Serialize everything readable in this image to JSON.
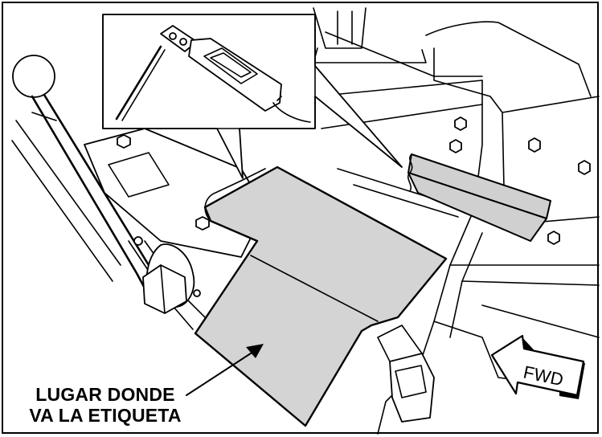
{
  "label": {
    "line1": "LUGAR DONDE",
    "line2": "VA LA ETIQUETA"
  },
  "badge": {
    "text": "FWD"
  },
  "icons": [
    "fwd-arrow-icon",
    "bolt-icon",
    "probe-tool-icon"
  ],
  "colors": {
    "shield": "#d4d4d4",
    "line": "#000000",
    "background": "#ffffff"
  }
}
